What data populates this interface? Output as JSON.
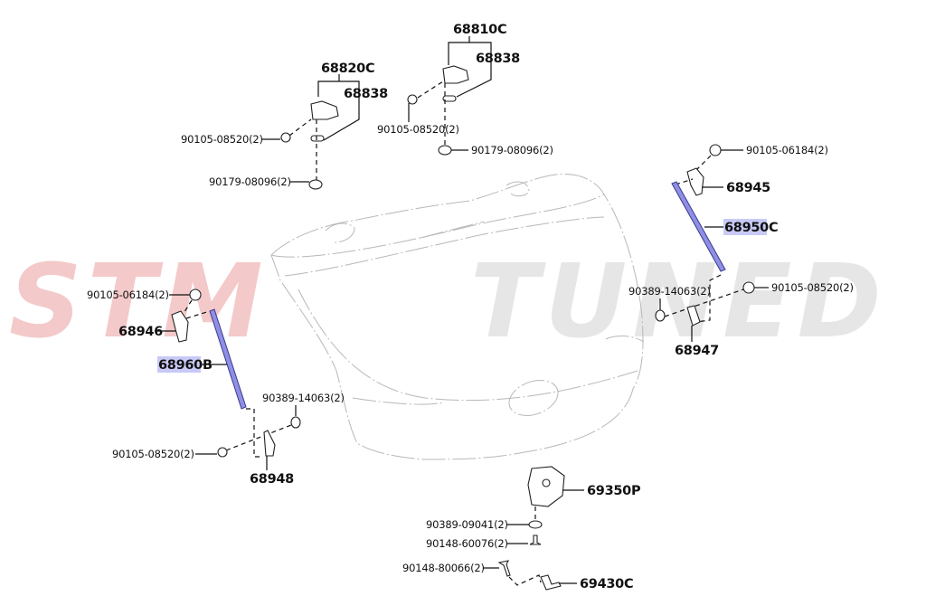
{
  "diagram": {
    "title": "Back door lock & damper stay parts diagram",
    "watermark": {
      "left_text": "STM",
      "right_text": "TUNED",
      "left_color": "#f4c9c9",
      "right_color": "#e6e6e6"
    },
    "highlight_color": "#c9c9f7",
    "strut_color": "#8f8fe6",
    "groups": {
      "hinge_left": {
        "assembly": "68820C",
        "hinge": "68838",
        "bolt": "90105-08520(2)",
        "nut": "90179-08096(2)"
      },
      "hinge_right": {
        "assembly": "68810C",
        "hinge": "68838",
        "bolt": "90105-08520(2)",
        "nut": "90179-08096(2)"
      },
      "damper_right": {
        "upper_bolt": "90105-06184(2)",
        "upper_bracket": "68945",
        "stay": "68950C",
        "washer": "90389-14063(2)",
        "lower_bolt": "90105-08520(2)",
        "lower_bracket": "68947"
      },
      "damper_left": {
        "upper_bolt": "90105-06184(2)",
        "upper_bracket": "68946",
        "stay": "68960B",
        "washer": "90389-14063(2)",
        "lower_bolt": "90105-08520(2)",
        "lower_bracket": "68948"
      },
      "lock": {
        "lock_assembly": "69350P",
        "washer": "90389-09041(2)",
        "screw": "90148-60076(2)",
        "striker_screw": "90148-80066(2)",
        "striker": "69430C"
      }
    }
  }
}
